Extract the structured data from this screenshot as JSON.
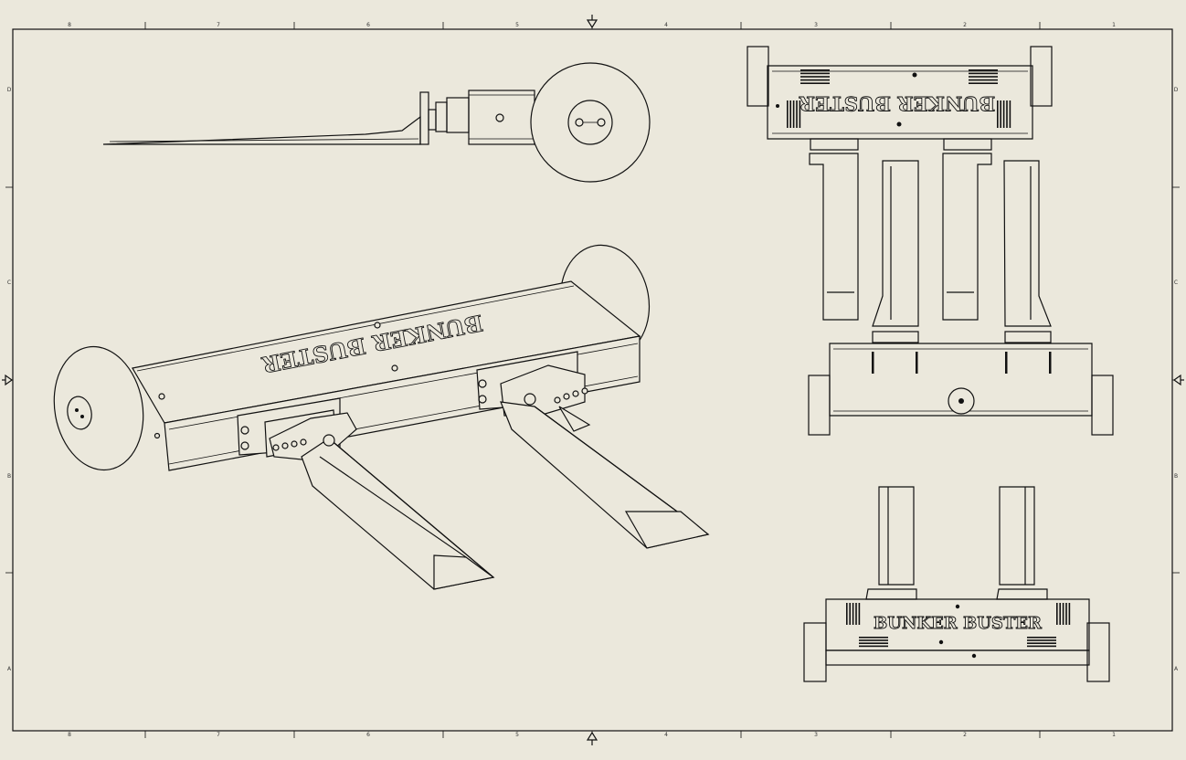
{
  "sheet": {
    "zones_horizontal": [
      "8",
      "7",
      "6",
      "5",
      "4",
      "3",
      "2",
      "1"
    ],
    "zones_vertical": [
      "D",
      "C",
      "B",
      "A"
    ],
    "paper_color": "#EBE8DC",
    "line_color": "#111111"
  },
  "views": {
    "side": {
      "icon": "side-elevation-view"
    },
    "iso": {
      "icon": "isometric-view",
      "label": "BUNKER BUSTER"
    },
    "top": {
      "icon": "top-plan-view",
      "label": "BUNKER BUSTER"
    },
    "front": {
      "icon": "front-elevation-view",
      "label": "BUNKER BUSTER"
    }
  }
}
